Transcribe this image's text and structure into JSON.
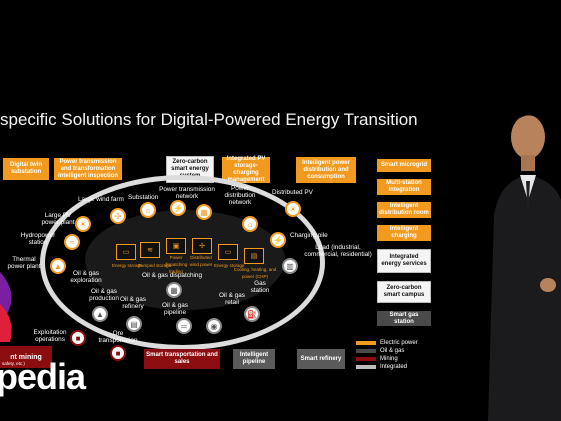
{
  "slide": {
    "title": "specific Solutions for Digital-Powered Energy Transition",
    "left_tags": {
      "digital_twin": "Digital twin substation",
      "transmission": "Power transmission and transformation intelligent inspection",
      "zero_carbon": "Zero-carbon smart energy system",
      "integrated_pv": "Integrated PV storage-charging management",
      "intelligent_distribution": "Intelligent power distribution and consumption"
    },
    "right_tags": [
      "Smart microgrid",
      "Multi-station integration",
      "Intelligent distribution room",
      "Intelligent charging",
      "Integrated energy services",
      "Zero-carbon smart campus",
      "Smart gas station"
    ],
    "bottom_tags": {
      "smart_mining": "nt mining",
      "smart_mining_sub": "safety, etc.)",
      "transport": "Smart transportation and sales",
      "pipeline": "Intelligent pipeline",
      "refinery": "Smart refinery"
    },
    "nodes": {
      "large_wind": "Large wind farm",
      "substation": "Substation",
      "transmission_network": "Power transmission network",
      "distribution_network": "Power distribution network",
      "distributed_pv": "Distributed PV",
      "large_pv": "Large PV power plant",
      "hydropower": "Hydropower station",
      "thermal": "Thermal power plant",
      "charging_pile": "Charging pile",
      "load": "Load (industrial, commercial, residential)",
      "oil_gas_exploration": "Oil & gas exploration",
      "oil_gas_production": "Oil & gas production",
      "oil_gas_dispatching": "Oil & gas dispatching",
      "oil_gas_refinery": "Oil & gas refinery",
      "oil_gas_pipeline": "Oil & gas pipeline",
      "oil_gas_retail": "Oil & gas retail",
      "gas_station": "Gas station",
      "exploitation": "Exploitation operations",
      "ore_transport": "Ore transportation",
      "energy_storage": "Energy storage",
      "pumped_storage": "Pumped storage",
      "power_dispatching": "Power dispatching trading",
      "distributed_wind": "Distributed wind power",
      "energy_storage2": "Energy storage",
      "cchp": "Cooling, heating, and power (CHP)"
    },
    "legend": [
      {
        "label": "Electric power",
        "color": "#f29a1f"
      },
      {
        "label": "Oil & gas",
        "color": "#4a4a4a"
      },
      {
        "label": "Mining",
        "color": "#8b0d10"
      },
      {
        "label": "Integrated",
        "color": "#bdbdbd"
      }
    ],
    "logo": "pedia"
  }
}
